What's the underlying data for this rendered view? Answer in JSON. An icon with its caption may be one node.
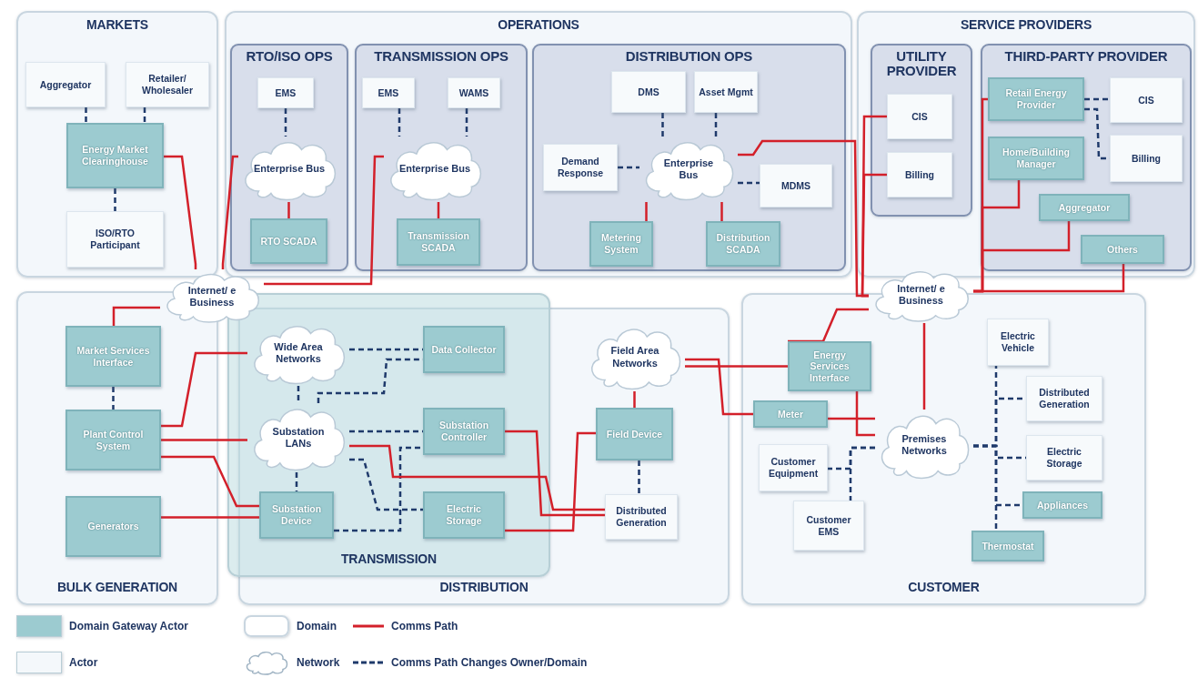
{
  "diagram": {
    "nodes": [
      {
        "text": [
          "MARKETS"
        ]
      },
      {
        "text": [
          "Aggregator"
        ],
        "in": 0
      },
      {
        "text": [
          "Retailer/ Wholesaler"
        ],
        "in": 0
      },
      {
        "text": [
          "Energy Market Clearinghouse"
        ],
        "in": 0
      },
      {
        "text": [
          "ISO/RTO Participant"
        ],
        "in": 0
      },
      {
        "text": [
          "OPERATIONS"
        ]
      },
      {
        "text": [
          "RTO/ISO OPS"
        ],
        "in": 5
      },
      {
        "text": [
          "EMS"
        ],
        "in": 6
      },
      {
        "text": [
          "Enterprise Bus"
        ],
        "in": 6
      },
      {
        "text": [
          "RTO SCADA"
        ],
        "in": 6
      },
      {
        "text": [
          "TRANSMISSION OPS"
        ],
        "in": 5
      },
      {
        "text": [
          "EMS"
        ],
        "in": 10
      },
      {
        "text": [
          "WAMS"
        ],
        "in": 10
      },
      {
        "text": [
          "Enterprise Bus"
        ],
        "in": 10
      },
      {
        "text": [
          "Transmission SCADA"
        ],
        "in": 10
      },
      {
        "text": [
          "DISTRIBUTION OPS"
        ],
        "in": 5
      },
      {
        "text": [
          "DMS"
        ],
        "in": 15
      },
      {
        "text": [
          "Asset Mgmt"
        ],
        "in": 15
      },
      {
        "text": [
          "Demand Response"
        ],
        "in": 15
      },
      {
        "text": [
          "Enterprise Bus"
        ],
        "in": 15
      },
      {
        "text": [
          "MDMS"
        ],
        "in": 15
      },
      {
        "text": [
          "Metering System"
        ],
        "in": 15
      },
      {
        "text": [
          "Distribution SCADA"
        ],
        "in": 15
      },
      {
        "text": [
          "SERVICE PROVIDERS"
        ]
      },
      {
        "text": [
          "UTILITY PROVIDER"
        ],
        "in": 23
      },
      {
        "text": [
          "CIS"
        ],
        "in": 24
      },
      {
        "text": [
          "Billing"
        ],
        "in": 24
      },
      {
        "text": [
          "THIRD-PARTY PROVIDER"
        ],
        "in": 23
      },
      {
        "text": [
          "Retail Energy Provider"
        ],
        "in": 27
      },
      {
        "text": [
          "CIS"
        ],
        "in": 27
      },
      {
        "text": [
          "Home/Building Manager"
        ],
        "in": 27
      },
      {
        "text": [
          "Billing"
        ],
        "in": 27
      },
      {
        "text": [
          "Aggregator"
        ],
        "in": 27
      },
      {
        "text": [
          "Others"
        ],
        "in": 27
      },
      {
        "text": [
          "Internet/ e Business"
        ]
      },
      {
        "text": [
          "BULK GENERATION"
        ]
      },
      {
        "text": [
          "Market Services Interface"
        ],
        "in": 35
      },
      {
        "text": [
          "Plant Control System"
        ],
        "in": 35
      },
      {
        "text": [
          "Generators"
        ],
        "in": 35
      },
      {
        "text": [
          "DISTRIBUTION"
        ]
      },
      {
        "text": [
          "Field Area Networks"
        ],
        "in": 39
      },
      {
        "text": [
          "Field Device"
        ],
        "in": 39
      },
      {
        "text": [
          "Distributed Generation"
        ],
        "in": 39
      },
      {
        "text": [
          "TRANSMISSION"
        ]
      },
      {
        "text": [
          "Wide Area Networks"
        ],
        "in": 43
      },
      {
        "text": [
          "Data Collector"
        ],
        "in": 43
      },
      {
        "text": [
          "Substation LANs"
        ],
        "in": 43
      },
      {
        "text": [
          "Substation Controller"
        ],
        "in": 43
      },
      {
        "text": [
          "Substation Device"
        ],
        "in": 43
      },
      {
        "text": [
          "Electric Storage"
        ],
        "in": 43
      },
      {
        "text": [
          "CUSTOMER"
        ]
      },
      {
        "text": [
          "Internet/ e Business"
        ]
      },
      {
        "text": [
          "Energy Services Interface"
        ],
        "in": 50
      },
      {
        "text": [
          "Meter"
        ],
        "in": 50
      },
      {
        "text": [
          "Customer Equipment"
        ],
        "in": 50
      },
      {
        "text": [
          "Customer EMS"
        ],
        "in": 50
      },
      {
        "text": [
          "Premises Networks"
        ],
        "in": 50
      },
      {
        "text": [
          "Electric Vehicle"
        ],
        "in": 50
      },
      {
        "text": [
          "Distributed Generation"
        ],
        "in": 50
      },
      {
        "text": [
          "Electric Storage"
        ],
        "in": 50
      },
      {
        "text": [
          "Appliances"
        ],
        "in": 50
      },
      {
        "text": [
          "Thermostat"
        ],
        "in": 50
      }
    ],
    "edges": [
      {
        "from": 1,
        "to": 3,
        "arrow": "none",
        "style": "dashed",
        "color": "#1f3a6b"
      },
      {
        "from": 2,
        "to": 3,
        "arrow": "none",
        "style": "dashed",
        "color": "#1f3a6b"
      },
      {
        "from": 3,
        "to": 4,
        "arrow": "none",
        "style": "dashed",
        "color": "#1f3a6b"
      },
      {
        "from": 3,
        "to": 34,
        "arrow": "none"
      },
      {
        "from": 7,
        "to": 8,
        "arrow": "none",
        "style": "dashed",
        "color": "#1f3a6b"
      },
      {
        "from": 8,
        "to": 9,
        "arrow": "none"
      },
      {
        "from": 8,
        "to": 34,
        "arrow": "none"
      },
      {
        "from": 11,
        "to": 13,
        "arrow": "none",
        "style": "dashed",
        "color": "#1f3a6b"
      },
      {
        "from": 12,
        "to": 13,
        "arrow": "none",
        "style": "dashed",
        "color": "#1f3a6b"
      },
      {
        "from": 13,
        "to": 14,
        "arrow": "none"
      },
      {
        "from": 13,
        "to": 34,
        "arrow": "none"
      },
      {
        "from": 16,
        "to": 19,
        "arrow": "none",
        "style": "dashed",
        "color": "#1f3a6b"
      },
      {
        "from": 17,
        "to": 19,
        "arrow": "none",
        "style": "dashed",
        "color": "#1f3a6b"
      },
      {
        "from": 18,
        "to": 19,
        "arrow": "none",
        "style": "dashed",
        "color": "#1f3a6b"
      },
      {
        "from": 19,
        "to": 20,
        "arrow": "none",
        "style": "dashed",
        "color": "#1f3a6b"
      },
      {
        "from": 19,
        "to": 21,
        "arrow": "none"
      },
      {
        "from": 19,
        "to": 22,
        "arrow": "none"
      },
      {
        "from": 19,
        "to": 51,
        "arrow": "none"
      },
      {
        "from": 25,
        "to": 51,
        "arrow": "none"
      },
      {
        "from": 26,
        "to": 51,
        "arrow": "none"
      },
      {
        "from": 28,
        "to": 29,
        "arrow": "none",
        "style": "dashed",
        "color": "#1f3a6b"
      },
      {
        "from": 28,
        "to": 31,
        "arrow": "none",
        "style": "dashed",
        "color": "#1f3a6b"
      },
      {
        "from": 28,
        "to": 51,
        "arrow": "none"
      },
      {
        "from": 30,
        "to": 51,
        "arrow": "none"
      },
      {
        "from": 32,
        "to": 51,
        "arrow": "none"
      },
      {
        "from": 33,
        "to": 51,
        "arrow": "none"
      },
      {
        "from": 36,
        "to": 34,
        "arrow": "none"
      },
      {
        "from": 36,
        "to": 37,
        "arrow": "none",
        "style": "dashed",
        "color": "#1f3a6b"
      },
      {
        "from": 37,
        "to": 44,
        "arrow": "none"
      },
      {
        "from": 37,
        "to": 46,
        "arrow": "none"
      },
      {
        "from": 37,
        "to": 48,
        "arrow": "none"
      },
      {
        "from": 38,
        "to": 48,
        "arrow": "none"
      },
      {
        "from": 44,
        "to": 45,
        "arrow": "none",
        "style": "dashed",
        "color": "#1f3a6b"
      },
      {
        "from": 46,
        "to": 45,
        "arrow": "none",
        "style": "dashed",
        "color": "#1f3a6b"
      },
      {
        "from": 44,
        "to": 46,
        "arrow": "none",
        "style": "dashed",
        "color": "#1f3a6b"
      },
      {
        "from": 46,
        "to": 47,
        "arrow": "none",
        "style": "dashed",
        "color": "#1f3a6b"
      },
      {
        "from": 46,
        "to": 49,
        "arrow": "none",
        "style": "dashed",
        "color": "#1f3a6b"
      },
      {
        "from": 46,
        "to": 48,
        "arrow": "none",
        "style": "dashed",
        "color": "#1f3a6b"
      },
      {
        "from": 48,
        "to": 47,
        "arrow": "none",
        "style": "dashed",
        "color": "#1f3a6b"
      },
      {
        "from": 46,
        "to": 42,
        "arrow": "none"
      },
      {
        "from": 47,
        "to": 42,
        "arrow": "none"
      },
      {
        "from": 49,
        "to": 41,
        "arrow": "none"
      },
      {
        "from": 40,
        "to": 41,
        "arrow": "none"
      },
      {
        "from": 41,
        "to": 42,
        "arrow": "none",
        "style": "dashed",
        "color": "#1f3a6b"
      },
      {
        "from": 40,
        "to": 52,
        "arrow": "none"
      },
      {
        "from": 40,
        "to": 53,
        "arrow": "none"
      },
      {
        "from": 51,
        "to": 52,
        "arrow": "none"
      },
      {
        "from": 51,
        "to": 56,
        "arrow": "none"
      },
      {
        "from": 52,
        "to": 56,
        "arrow": "none"
      },
      {
        "from": 53,
        "to": 56,
        "arrow": "none"
      },
      {
        "from": 56,
        "to": 54,
        "arrow": "none",
        "style": "dashed",
        "color": "#1f3a6b"
      },
      {
        "from": 56,
        "to": 55,
        "arrow": "none",
        "style": "dashed",
        "color": "#1f3a6b"
      },
      {
        "from": 56,
        "to": 57,
        "arrow": "none",
        "style": "dashed",
        "color": "#1f3a6b"
      },
      {
        "from": 56,
        "to": 58,
        "arrow": "none",
        "style": "dashed",
        "color": "#1f3a6b"
      },
      {
        "from": 56,
        "to": 59,
        "arrow": "none",
        "style": "dashed",
        "color": "#1f3a6b"
      },
      {
        "from": 56,
        "to": 60,
        "arrow": "none",
        "style": "dashed",
        "color": "#1f3a6b"
      },
      {
        "from": 56,
        "to": 61,
        "arrow": "none",
        "style": "dashed",
        "color": "#1f3a6b"
      }
    ],
    "legend": [
      {
        "text": "Domain Gateway Actor",
        "color": "#9ccbd0"
      },
      {
        "text": "Domain"
      },
      {
        "text": "Comms Path"
      },
      {
        "text": "Actor",
        "color": "#f4f8fb"
      },
      {
        "text": "Network"
      },
      {
        "text": "Comms Path Changes Owner/Domain"
      }
    ]
  }
}
